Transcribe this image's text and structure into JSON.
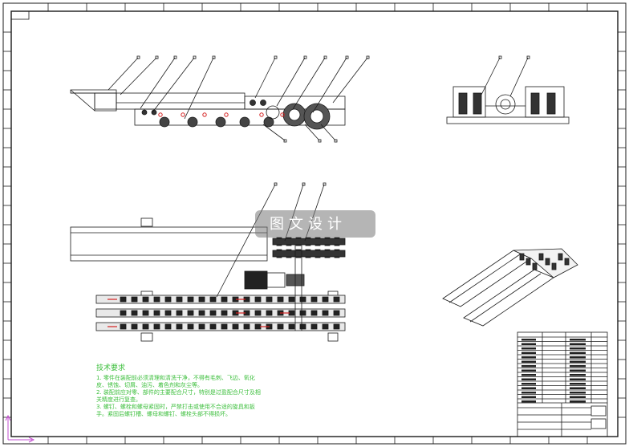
{
  "watermark": {
    "text": "图文设计"
  },
  "tech_notes": {
    "title": "技术要求",
    "lines": [
      "1. 零件在装配前必须清理和清洗干净，不得有毛刺、飞边、氧化",
      "   皮、锈蚀、切屑、油污、着色剂和灰尘等。",
      "2. 装配前应对零、部件的主要配合尺寸，特别是过盈配合尺寸及相",
      "   关精度进行复查。",
      "3. 螺钉、螺栓和螺母紧固时，严禁打击或使用不合适的旋具和扳",
      "   手。紧固后螺钉槽、螺母和螺钉、螺栓头部不得损坏。"
    ]
  },
  "colors": {
    "line": "#1a1a1a",
    "accent_red": "#d42020",
    "notes_green": "#3cbf3c",
    "watermark": "#7a7a7a"
  }
}
